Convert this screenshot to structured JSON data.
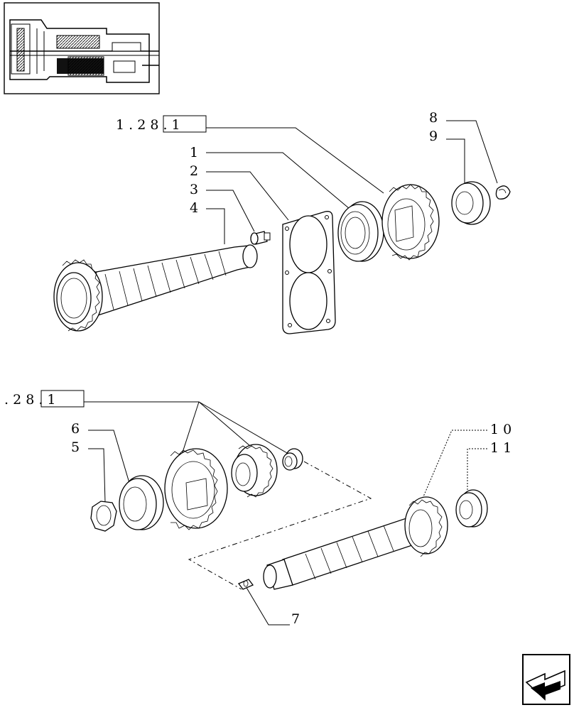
{
  "callouts": {
    "ref_top": "1 . 2 8 . 1",
    "ref_bottom": ". 2 8 . 1",
    "item_1": "1",
    "item_2": "2",
    "item_3": "3",
    "item_4": "4",
    "item_5": "5",
    "item_6": "6",
    "item_7": "7",
    "item_8": "8",
    "item_9": "9",
    "item_10": "1 0",
    "item_11": "1 1"
  },
  "nav": {
    "next_icon": "arrow-next-icon"
  }
}
